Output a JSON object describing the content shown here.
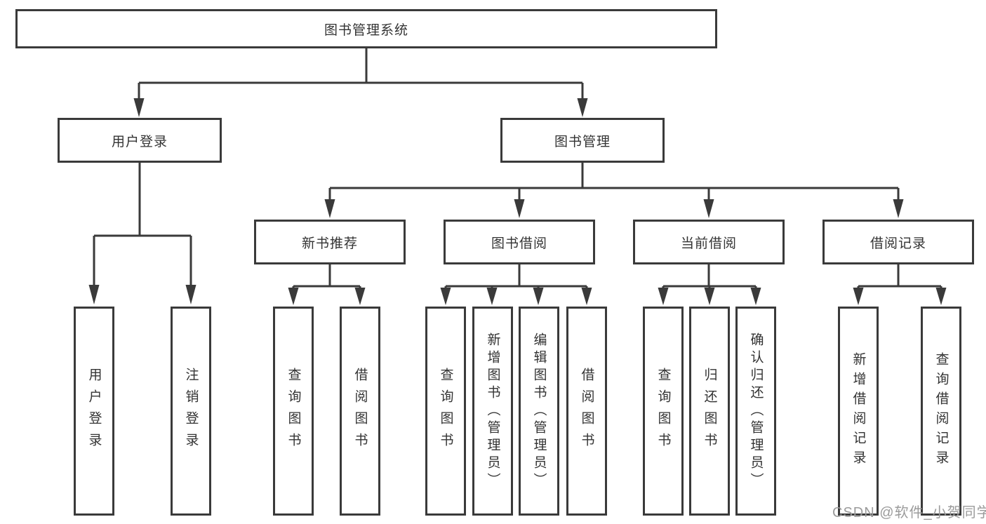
{
  "diagram_type": "feature-tree",
  "tree": {
    "label": "图书管理系统",
    "children": [
      {
        "label": "用户登录",
        "children": [
          {
            "label": "用户登录"
          },
          {
            "label": "注销登录"
          }
        ]
      },
      {
        "label": "图书管理",
        "children": [
          {
            "label": "新书推荐",
            "children": [
              {
                "label": "查询图书"
              },
              {
                "label": "借阅图书"
              }
            ]
          },
          {
            "label": "图书借阅",
            "children": [
              {
                "label": "查询图书"
              },
              {
                "label": "新增图书（管理员）"
              },
              {
                "label": "编辑图书（管理员）"
              },
              {
                "label": "借阅图书"
              }
            ]
          },
          {
            "label": "当前借阅",
            "children": [
              {
                "label": "查询图书"
              },
              {
                "label": "归还图书"
              },
              {
                "label": "确认归还（管理员）"
              }
            ]
          },
          {
            "label": "借阅记录",
            "children": [
              {
                "label": "新增借阅记录"
              },
              {
                "label": "查询借阅记录"
              }
            ]
          }
        ]
      }
    ]
  },
  "watermark": "CSDN @软件_小贺同学",
  "colors": {
    "line": "#3a3a3a",
    "border": "#3a3a3a",
    "text": "#333333",
    "watermark": "#9b9b9b",
    "background": "#ffffff"
  }
}
